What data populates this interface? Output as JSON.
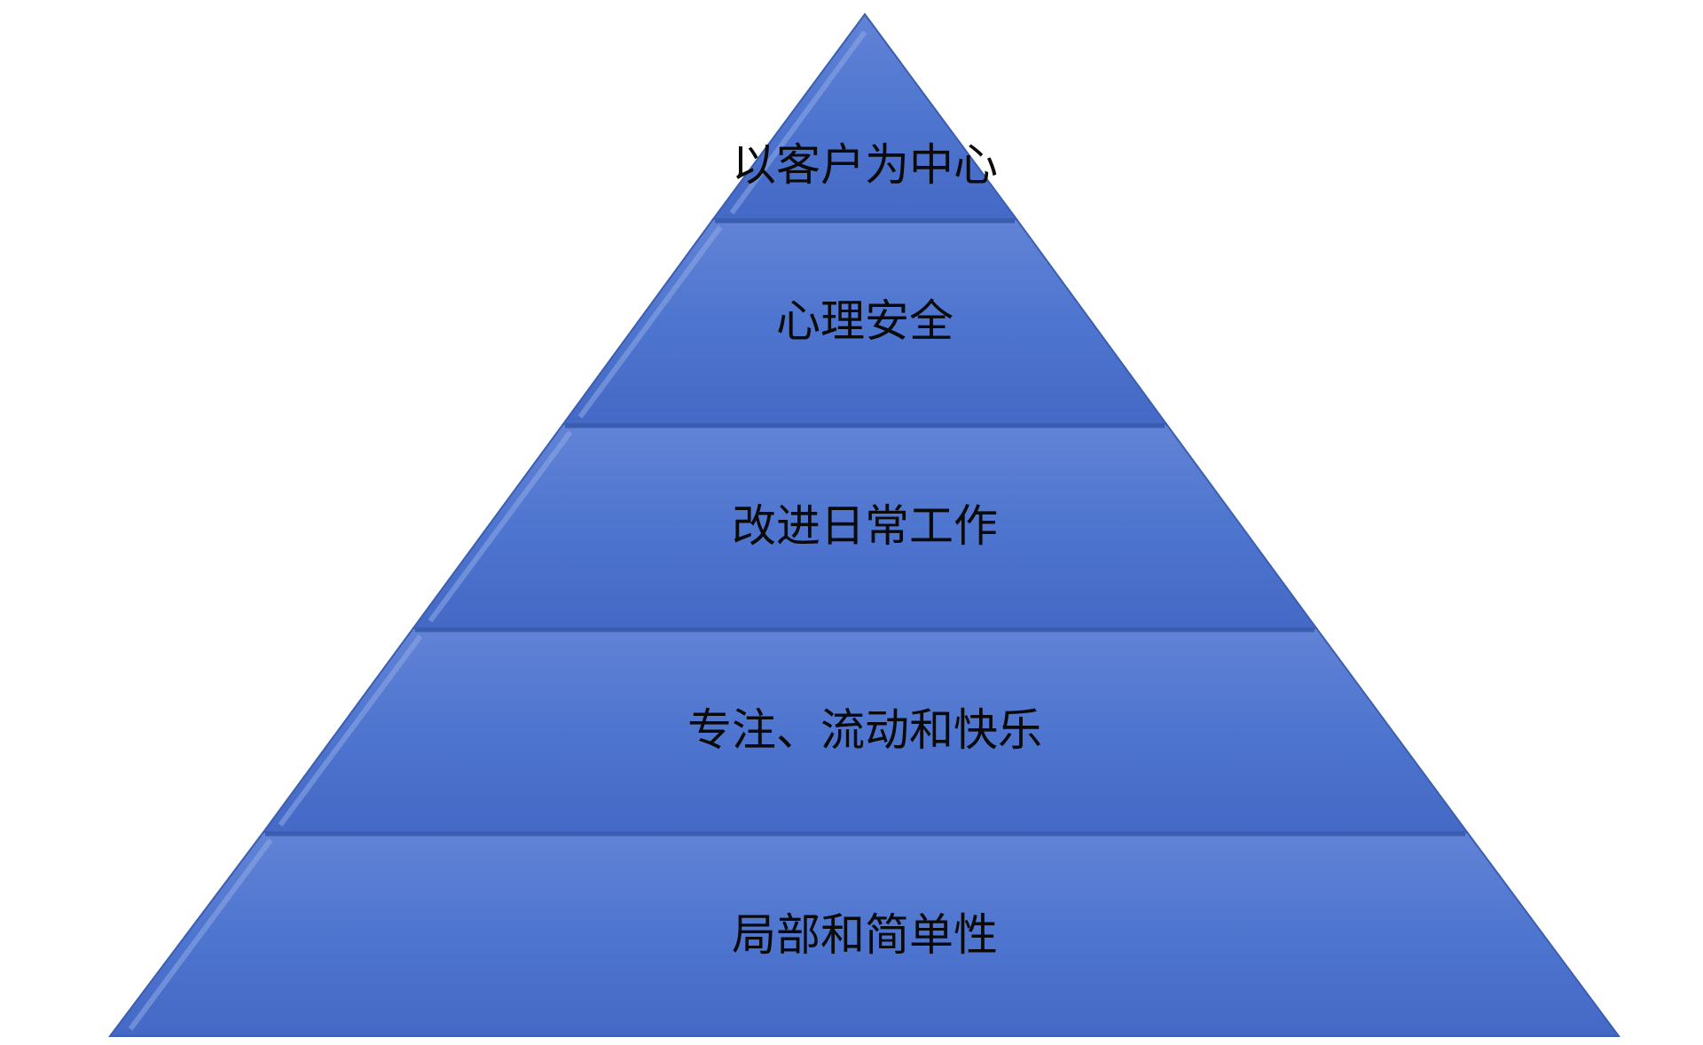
{
  "pyramid": {
    "fill_color": "#4a74cf",
    "edge_highlight": "#8fa9e6",
    "edge_shadow": "#34589f",
    "text_color": "#0a0a0a",
    "tiers": [
      {
        "label": "以客户为中心"
      },
      {
        "label": "心理安全"
      },
      {
        "label": "改进日常工作"
      },
      {
        "label": "专注、流动和快乐"
      },
      {
        "label": "局部和简单性"
      }
    ]
  }
}
